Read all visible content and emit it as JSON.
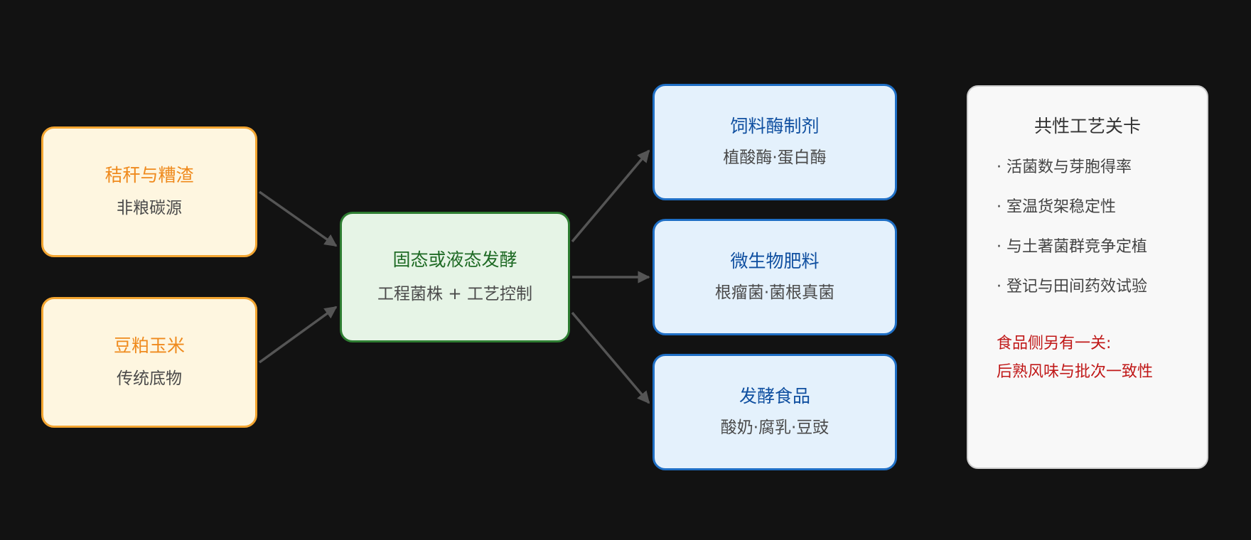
{
  "sources": [
    {
      "title": "秸秆与糟渣",
      "subtitle": "非粮碳源"
    },
    {
      "title": "豆粕玉米",
      "subtitle": "传统底物"
    }
  ],
  "process": {
    "title": "固态或液态发酵",
    "subtitle": "工程菌株 + 工艺控制"
  },
  "products": [
    {
      "title": "饲料酶制剂",
      "subtitle": "植酸酶·蛋白酶"
    },
    {
      "title": "微生物肥料",
      "subtitle": "根瘤菌·菌根真菌"
    },
    {
      "title": "发酵食品",
      "subtitle": "酸奶·腐乳·豆豉"
    }
  ],
  "panel": {
    "title": "共性工艺关卡",
    "items": [
      "· 活菌数与芽胞得率",
      "· 室温货架稳定性",
      "· 与土著菌群竞争定植",
      "· 登记与田间药效试验"
    ],
    "note_lines": [
      "食品侧另有一关:",
      "后熟风味与批次一致性"
    ]
  },
  "colors": {
    "background": "#121212",
    "source_fill": "#fef6e0",
    "source_border": "#f3a531",
    "source_title": "#ef8a1d",
    "process_fill": "#e6f4e6",
    "process_border": "#2e7d32",
    "process_title": "#1e6a24",
    "product_fill": "#e4f1fc",
    "product_border": "#1f6fc5",
    "product_title": "#0f4fa0",
    "note_text": "#c01818",
    "arrow": "#555555"
  }
}
